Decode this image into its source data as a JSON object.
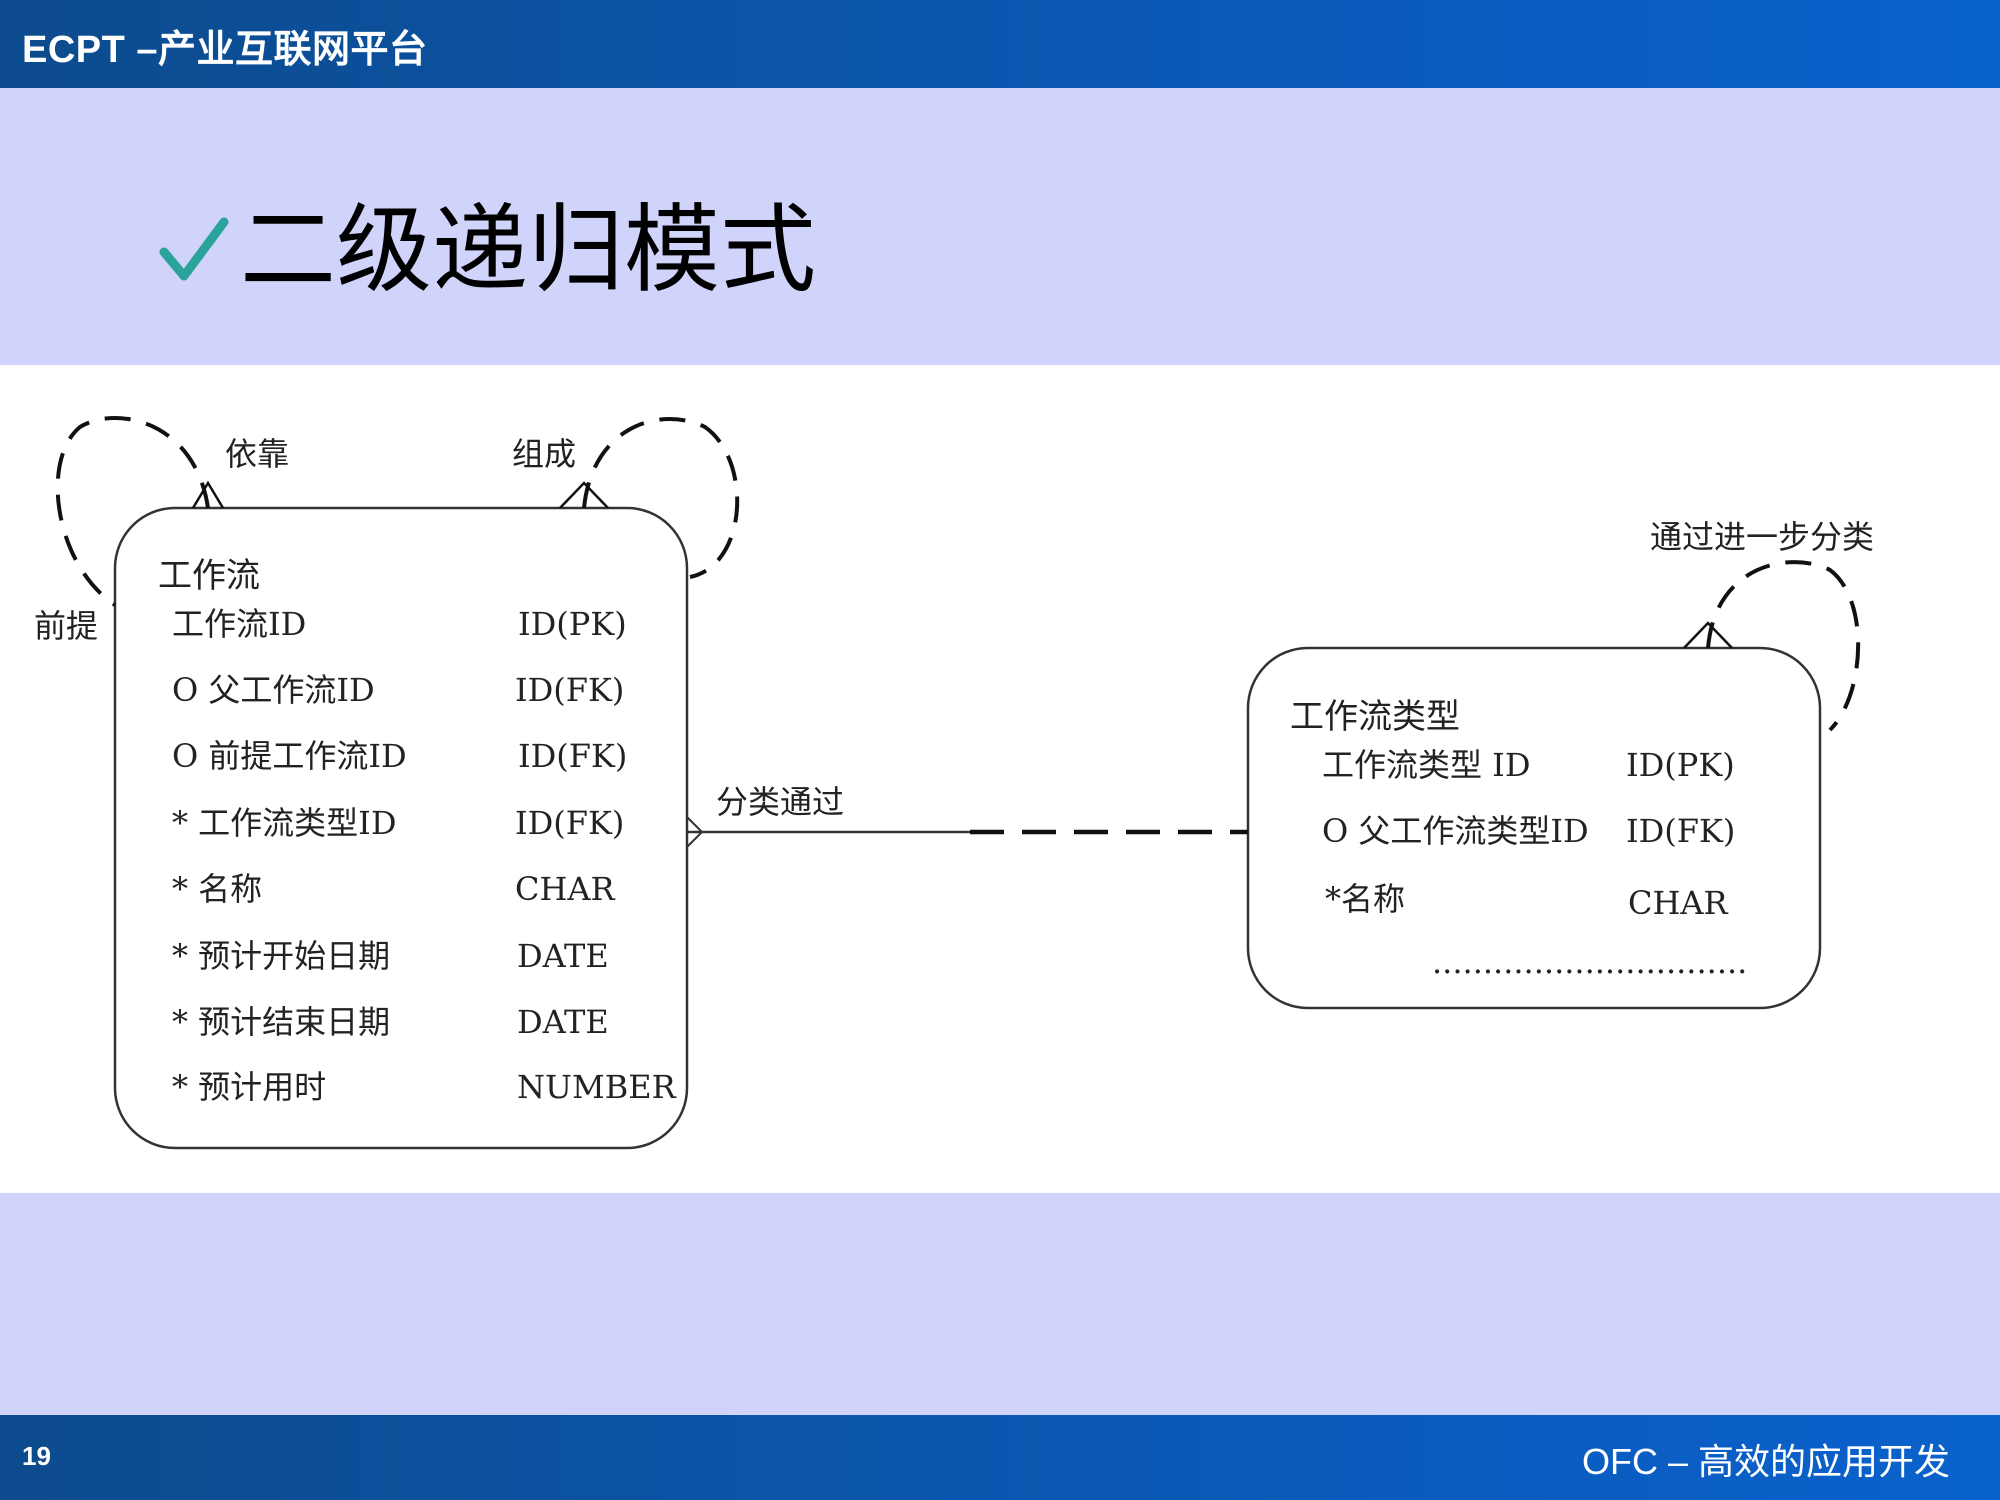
{
  "header": {
    "title": "ECPT –产业互联网平台"
  },
  "slide": {
    "title": "二级递归模式",
    "bullet_icon": "checkmark-icon",
    "bullet_color": "#2aa39a"
  },
  "diagram": {
    "relationships": {
      "dependency": "依靠",
      "composition": "组成",
      "prerequisite": "前提",
      "classified_by": "分类通过",
      "further_classification": "通过进一步分类"
    },
    "entity_workflow": {
      "name": "工作流",
      "attributes": [
        {
          "name": "工作流ID",
          "type": "ID(PK)"
        },
        {
          "name": "O 父工作流ID",
          "type": "ID(FK)"
        },
        {
          "name": "O 前提工作流ID",
          "type": "ID(FK)"
        },
        {
          "name": "* 工作流类型ID",
          "type": "ID(FK)"
        },
        {
          "name": "* 名称",
          "type": "CHAR"
        },
        {
          "name": "* 预计开始日期",
          "type": "DATE"
        },
        {
          "name": "* 预计结束日期",
          "type": "DATE"
        },
        {
          "name": "* 预计用时",
          "type": "NUMBER"
        }
      ]
    },
    "entity_workflow_type": {
      "name": "工作流类型",
      "attributes": [
        {
          "name": "工作流类型 ID",
          "type": "ID(PK)"
        },
        {
          "name": "O 父工作流类型ID",
          "type": "ID(FK)"
        },
        {
          "name": "*名称",
          "type": "CHAR"
        }
      ],
      "ellipsis": "..............................."
    }
  },
  "footer": {
    "page_number": "19",
    "tagline": "OFC – 高效的应用开发"
  }
}
